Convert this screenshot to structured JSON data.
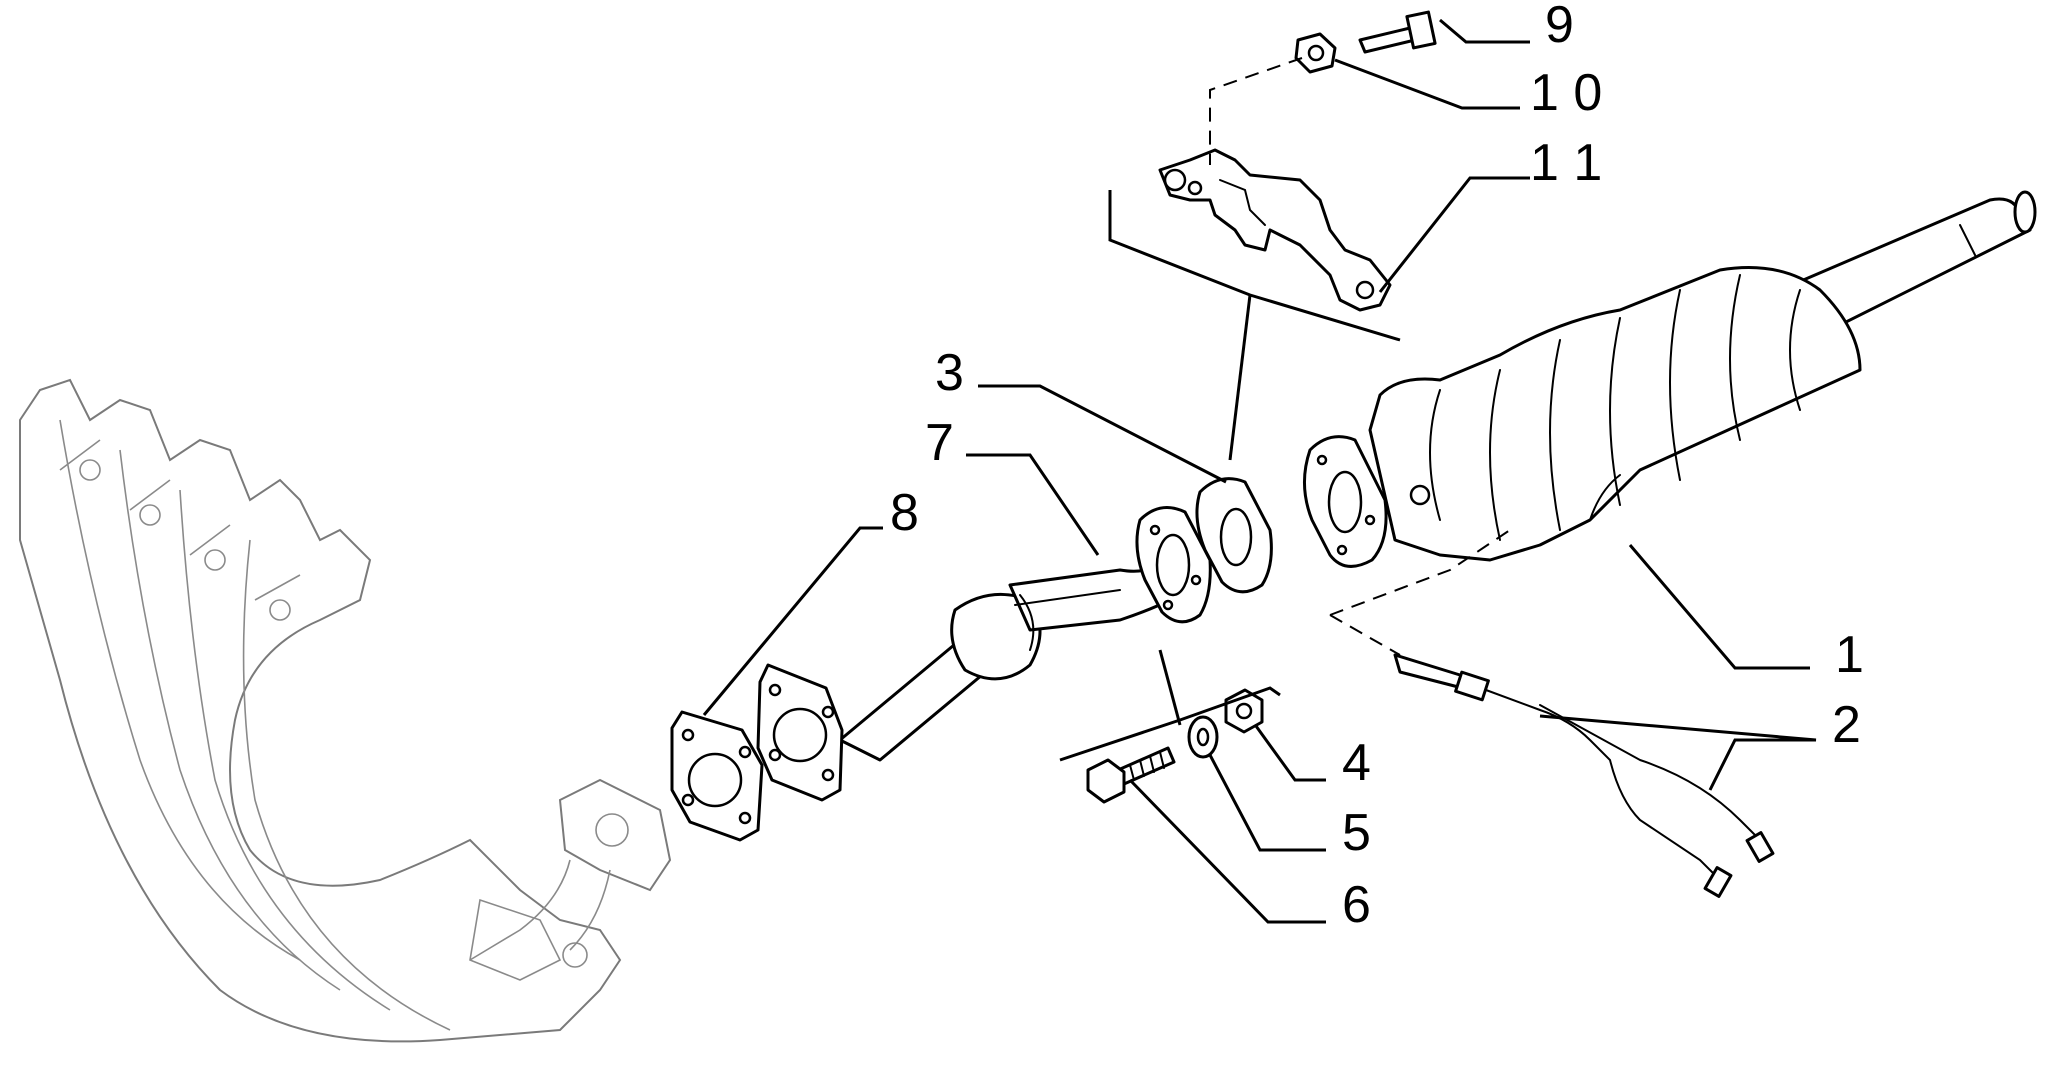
{
  "diagram": {
    "callouts": [
      {
        "id": "callout-1",
        "text": "1"
      },
      {
        "id": "callout-2",
        "text": "2"
      },
      {
        "id": "callout-3",
        "text": "3"
      },
      {
        "id": "callout-4",
        "text": "4"
      },
      {
        "id": "callout-5",
        "text": "5"
      },
      {
        "id": "callout-6",
        "text": "6"
      },
      {
        "id": "callout-7",
        "text": "7"
      },
      {
        "id": "callout-8",
        "text": "8"
      },
      {
        "id": "callout-9",
        "text": "9"
      },
      {
        "id": "callout-10",
        "text": "1 0"
      },
      {
        "id": "callout-11",
        "text": "1 1"
      }
    ]
  }
}
